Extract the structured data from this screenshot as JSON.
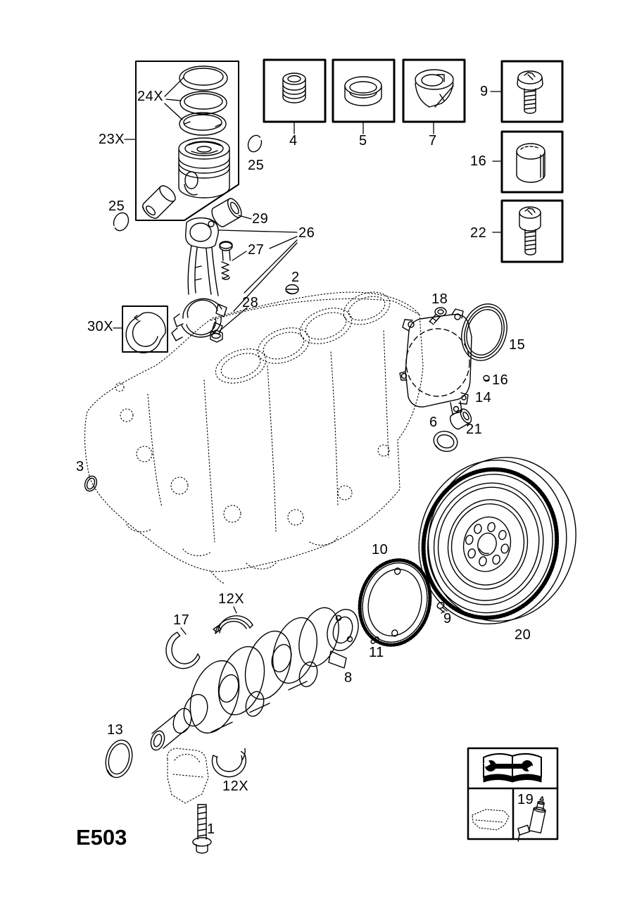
{
  "code": "E503",
  "colors": {
    "line": "#000000",
    "background": "#ffffff"
  },
  "labels": {
    "box23x": "23X",
    "rings24x": "24X",
    "snap25_right": "25",
    "snap25_left": "25",
    "p4": "4",
    "p5": "5",
    "p7": "7",
    "p9_box": "9",
    "p16_box": "16",
    "p22": "22",
    "p29": "29",
    "p27": "27",
    "p26": "26",
    "p28": "28",
    "p2": "2",
    "p30x": "30X",
    "p3": "3",
    "p18": "18",
    "p15": "15",
    "p16_dowel": "16",
    "p14": "14",
    "p6": "6",
    "p21": "21",
    "p10": "10",
    "p11": "11",
    "p9_flywheel": "9",
    "p20": "20",
    "p12x_upper": "12X",
    "p17": "17",
    "p8": "8",
    "p13": "13",
    "p12x_lower": "12X",
    "p1": "1",
    "p19": "19"
  },
  "icons": {
    "legend_manual": "book-wrench-icon",
    "legend_oil_pan": "oil-pan-icon",
    "legend_sealant": "sealant-tube-icon"
  }
}
